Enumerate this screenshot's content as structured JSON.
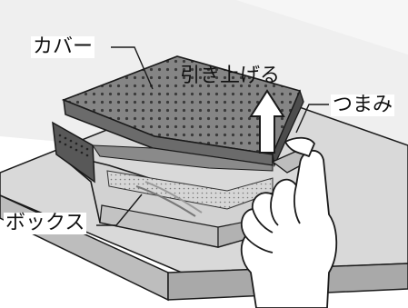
{
  "labels": {
    "cover": "カバー",
    "lift": "引き上げる",
    "knob": "つまみ",
    "box": "ボックス"
  },
  "colors": {
    "table_top": "#dcdcdc",
    "table_front": "#bdbdbd",
    "wall": "#ececec",
    "cover_top": "#7d7d7d",
    "cover_side": "#555555",
    "box": "#cfcfcf",
    "outline": "#1a1a1a"
  }
}
